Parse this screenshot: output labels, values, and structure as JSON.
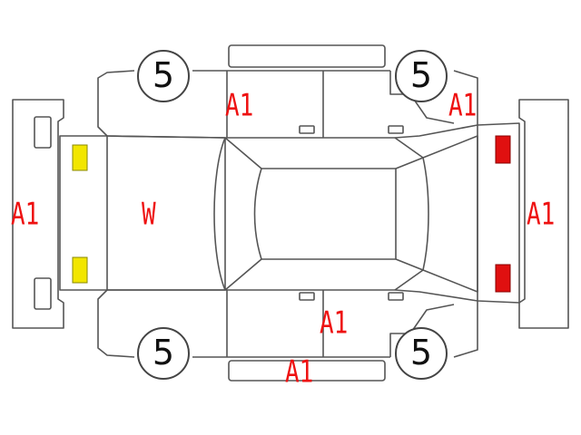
{
  "labels": {
    "rear_bumper": "A1",
    "front_bumper": "A1",
    "rear_body": "W",
    "upper_door": "A1",
    "upper_fender": "A1",
    "lower_door": "A1",
    "lower_sill": "A1"
  },
  "tires": {
    "rear_top": "5",
    "front_top": "5",
    "rear_bottom": "5",
    "front_bottom": "5"
  },
  "colors": {
    "damage_label": "#ee1111",
    "rear_lamp": "#f2e600",
    "front_lamp": "#e01010"
  }
}
